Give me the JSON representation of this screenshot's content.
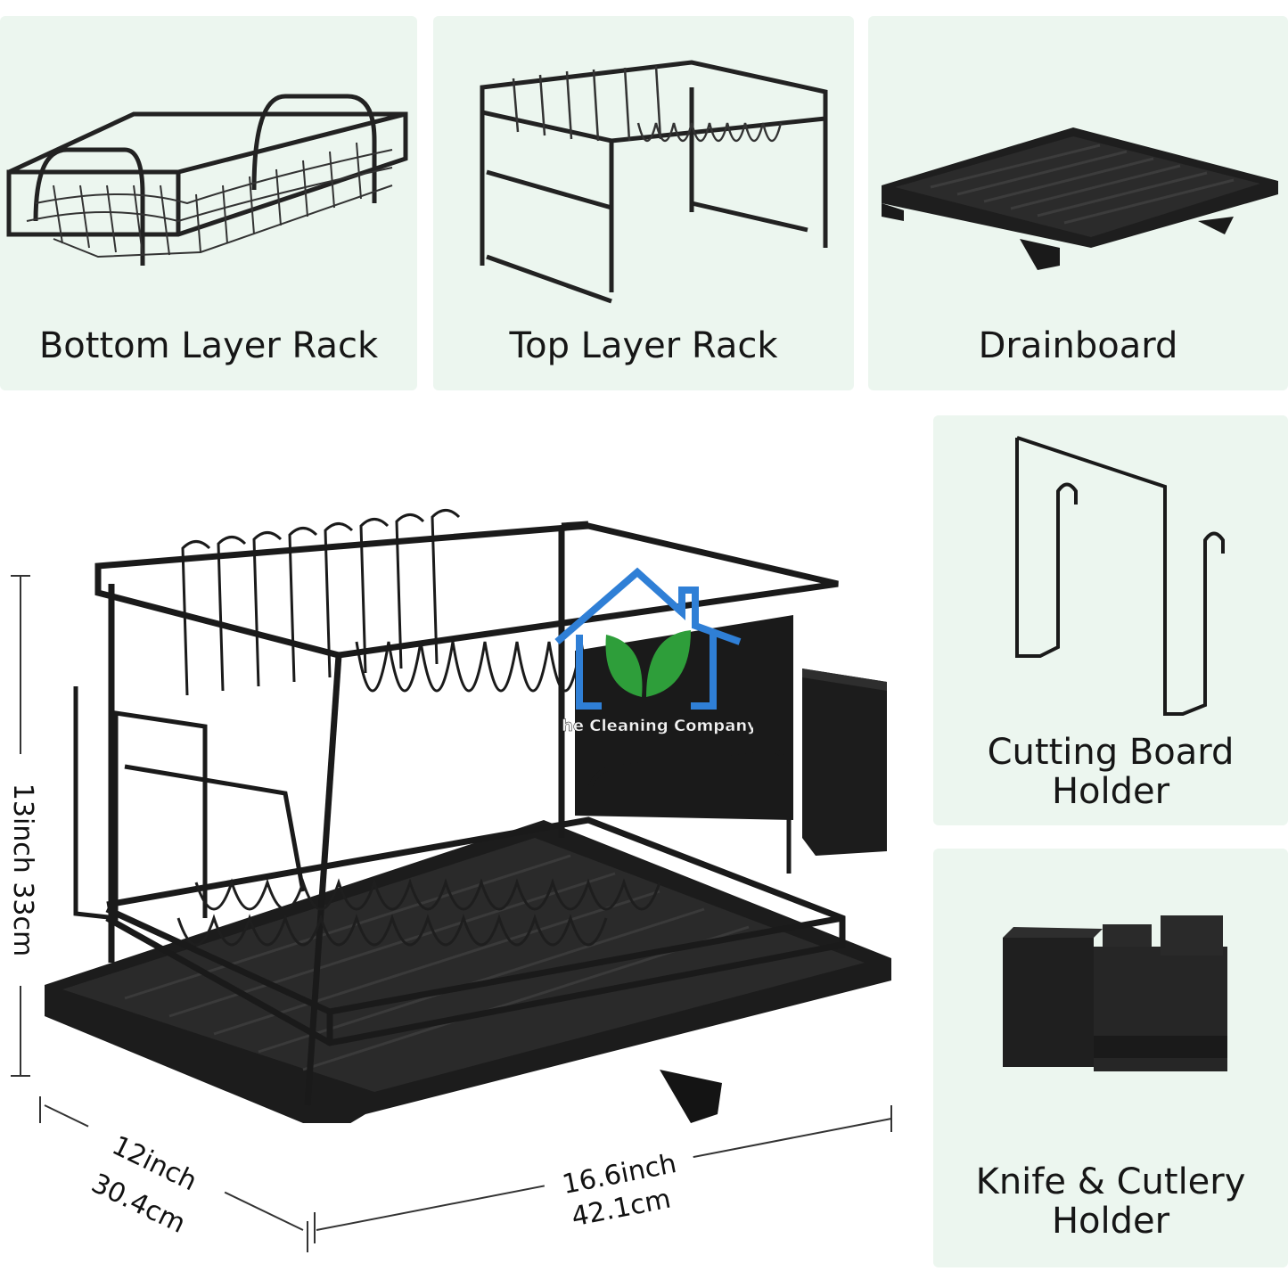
{
  "panels": {
    "bottom_layer_rack": "Bottom Layer Rack",
    "top_layer_rack": "Top Layer Rack",
    "drainboard": "Drainboard",
    "cutting_board_holder": [
      "Cutting Board",
      "Holder"
    ],
    "knife_cutlery_holder": [
      "Knife & Cutlery",
      "Holder"
    ]
  },
  "dimensions": {
    "height": "13inch 33cm",
    "depth_in": "12inch",
    "depth_cm": "30.4cm",
    "width_in": "16.6inch",
    "width_cm": "42.1cm"
  },
  "watermark": {
    "text": "he Cleaning Company",
    "house_color": "#2f7fd6",
    "leaf_color": "#2e9e3a"
  }
}
